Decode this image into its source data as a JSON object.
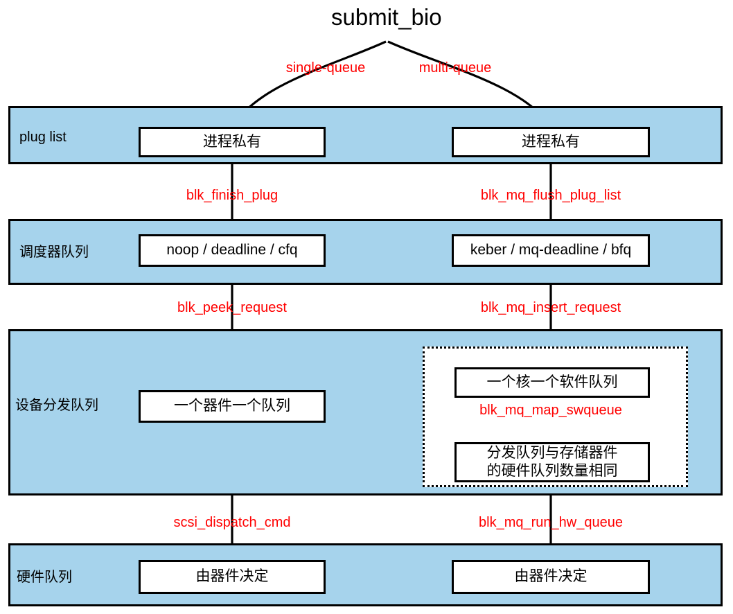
{
  "diagram": {
    "title": "submit_bio",
    "accent_color": "#ff0000",
    "band_color": "#a6d3ec",
    "branches": [
      {
        "name": "single-queue"
      },
      {
        "name": "multi-queue"
      }
    ],
    "bands": [
      {
        "label": "plug list"
      },
      {
        "label": "调度器队列"
      },
      {
        "label": "设备分发队列"
      },
      {
        "label": "硬件队列"
      }
    ],
    "nodes": {
      "plug_left": "进程私有",
      "plug_right": "进程私有",
      "sched_left": "noop / deadline / cfq",
      "sched_right": "keber / mq-deadline / bfq",
      "dispatch_left": "一个器件一个队列",
      "dispatch_sw": "一个核一个软件队列",
      "dispatch_hw": "分发队列与存储器件\n的硬件队列数量相同",
      "hw_left": "由器件决定",
      "hw_right": "由器件决定"
    },
    "edge_labels": {
      "blk_finish_plug": "blk_finish_plug",
      "blk_mq_flush_plug_list": "blk_mq_flush_plug_list",
      "blk_peek_request": "blk_peek_request",
      "blk_mq_insert_request": "blk_mq_insert_request",
      "blk_mq_map_swqueue": "blk_mq_map_swqueue",
      "scsi_dispatch_cmd": "scsi_dispatch_cmd",
      "blk_mq_run_hw_queue": "blk_mq_run_hw_queue"
    }
  }
}
